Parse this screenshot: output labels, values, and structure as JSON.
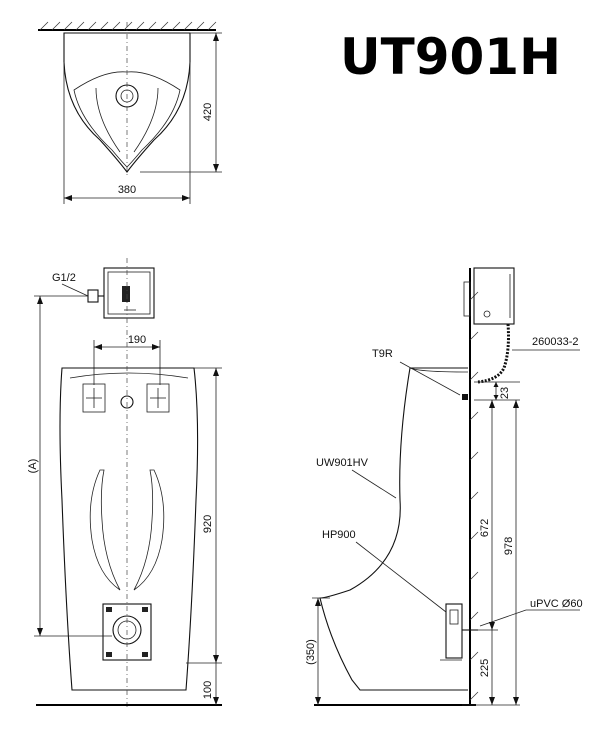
{
  "model": "UT901H",
  "top_view": {
    "depth": "420",
    "width": "380"
  },
  "front_view": {
    "inlet_label": "G1/2",
    "spacing": "190",
    "height_label": "(A)",
    "body_height": "920",
    "base_height": "100"
  },
  "side_view": {
    "sensor_label": "T9R",
    "hose_label": "260033-2",
    "body_label": "UW901HV",
    "trap_label": "HP900",
    "pipe_label": "uPVC Ø60",
    "dim_23": "23",
    "dim_672": "672",
    "dim_978": "978",
    "dim_225": "225",
    "dim_350": "(350)"
  }
}
